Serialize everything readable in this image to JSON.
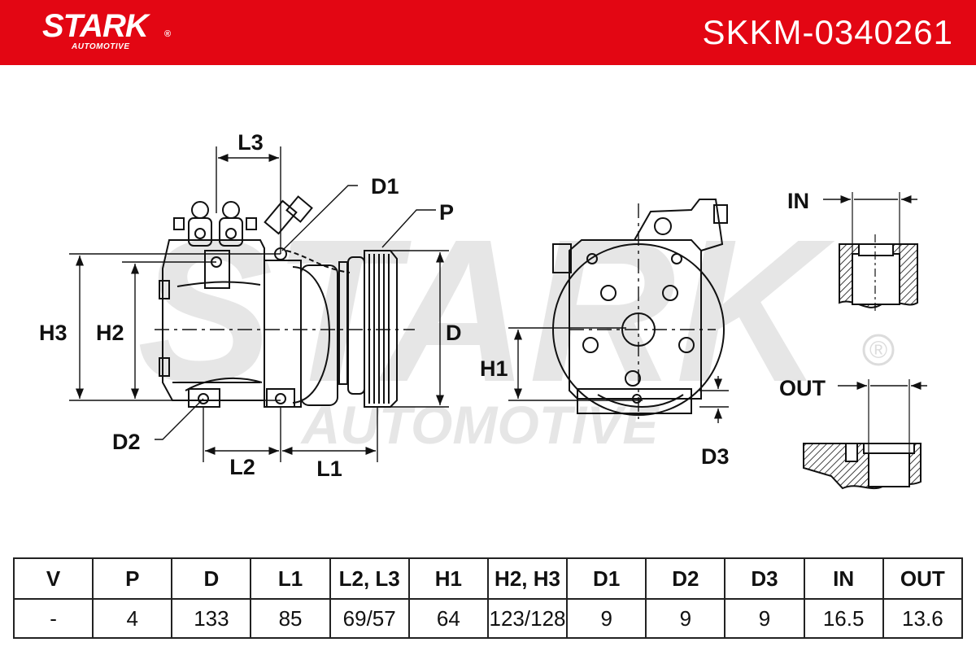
{
  "header": {
    "brand": "STARK",
    "brand_sub": "AUTOMOTIVE",
    "brand_mark": "®",
    "part_number": "SKKM-0340261",
    "background_color": "#e30613"
  },
  "watermark": {
    "text": "STARK",
    "sub": "AUTOMOTIVE",
    "mark": "®"
  },
  "diagram_labels": {
    "l3": "L3",
    "d1": "D1",
    "p": "P",
    "h3": "H3",
    "h2": "H2",
    "d": "D",
    "d2": "D2",
    "l2": "L2",
    "l1": "L1",
    "h1": "H1",
    "d3": "D3",
    "in": "IN",
    "out": "OUT"
  },
  "specs": {
    "headers": [
      "V",
      "P",
      "D",
      "L1",
      "L2, L3",
      "H1",
      "H2, H3",
      "D1",
      "D2",
      "D3",
      "IN",
      "OUT"
    ],
    "values": [
      "-",
      "4",
      "133",
      "85",
      "69/57",
      "64",
      "123/128",
      "9",
      "9",
      "9",
      "16.5",
      "13.6"
    ]
  }
}
